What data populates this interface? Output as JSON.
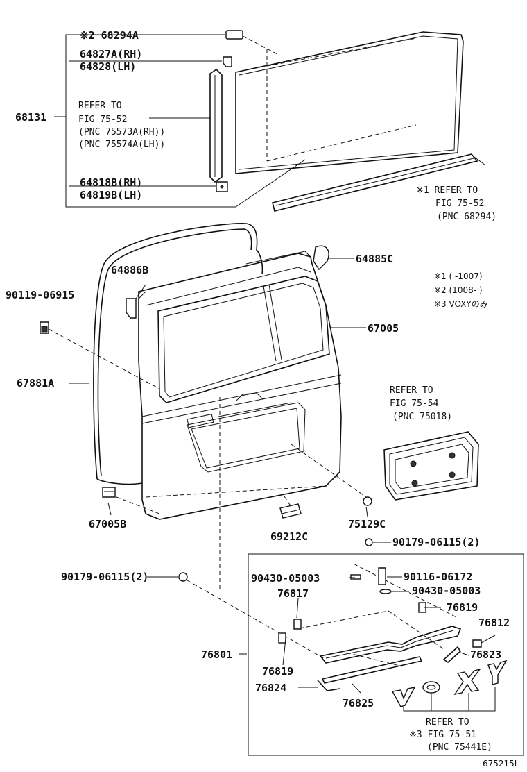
{
  "figure_id": "675215I",
  "notes": [
    "※1 (      -1007)",
    "※2 (1008-      )",
    "※3 VOXYのみ"
  ],
  "labels": {
    "p68294A": "※2 68294A",
    "p64827A": "64827A(RH)",
    "p64828": "64828(LH)",
    "p68131": "68131",
    "ref_glass_1": "REFER TO",
    "ref_glass_2": "FIG 75-52",
    "ref_glass_3": "(PNC 75573A(RH))",
    "ref_glass_4": "(PNC 75574A(LH))",
    "p64818B": "64818B(RH)",
    "p64819B": "64819B(LH)",
    "ref_mold_1": "※1 REFER TO",
    "ref_mold_2": "FIG 75-52",
    "ref_mold_3": "(PNC 68294)",
    "p64886B": "64886B",
    "p64885C": "64885C",
    "p90119": "90119-06915",
    "p67005": "67005",
    "p67881A": "67881A",
    "ref_plate_1": "REFER TO",
    "ref_plate_2": "FIG 75-54",
    "ref_plate_3": "(PNC 75018)",
    "p67005B": "67005B",
    "p69212C": "69212C",
    "p75129C": "75129C",
    "p90179a": "90179-06115(2)",
    "p90179b": "90179-06115(2)",
    "p90430a": "90430-05003",
    "p90116": "90116-06172",
    "p90430b": "90430-05003",
    "p76817": "76817",
    "p76819a": "76819",
    "p76812": "76812",
    "p76801": "76801",
    "p76823": "76823",
    "p76819b": "76819",
    "p76824": "76824",
    "p76825": "76825",
    "ref_emb_1": "REFER TO",
    "ref_emb_2": "※3 FIG 75-51",
    "ref_emb_3": "(PNC 75441E)"
  }
}
